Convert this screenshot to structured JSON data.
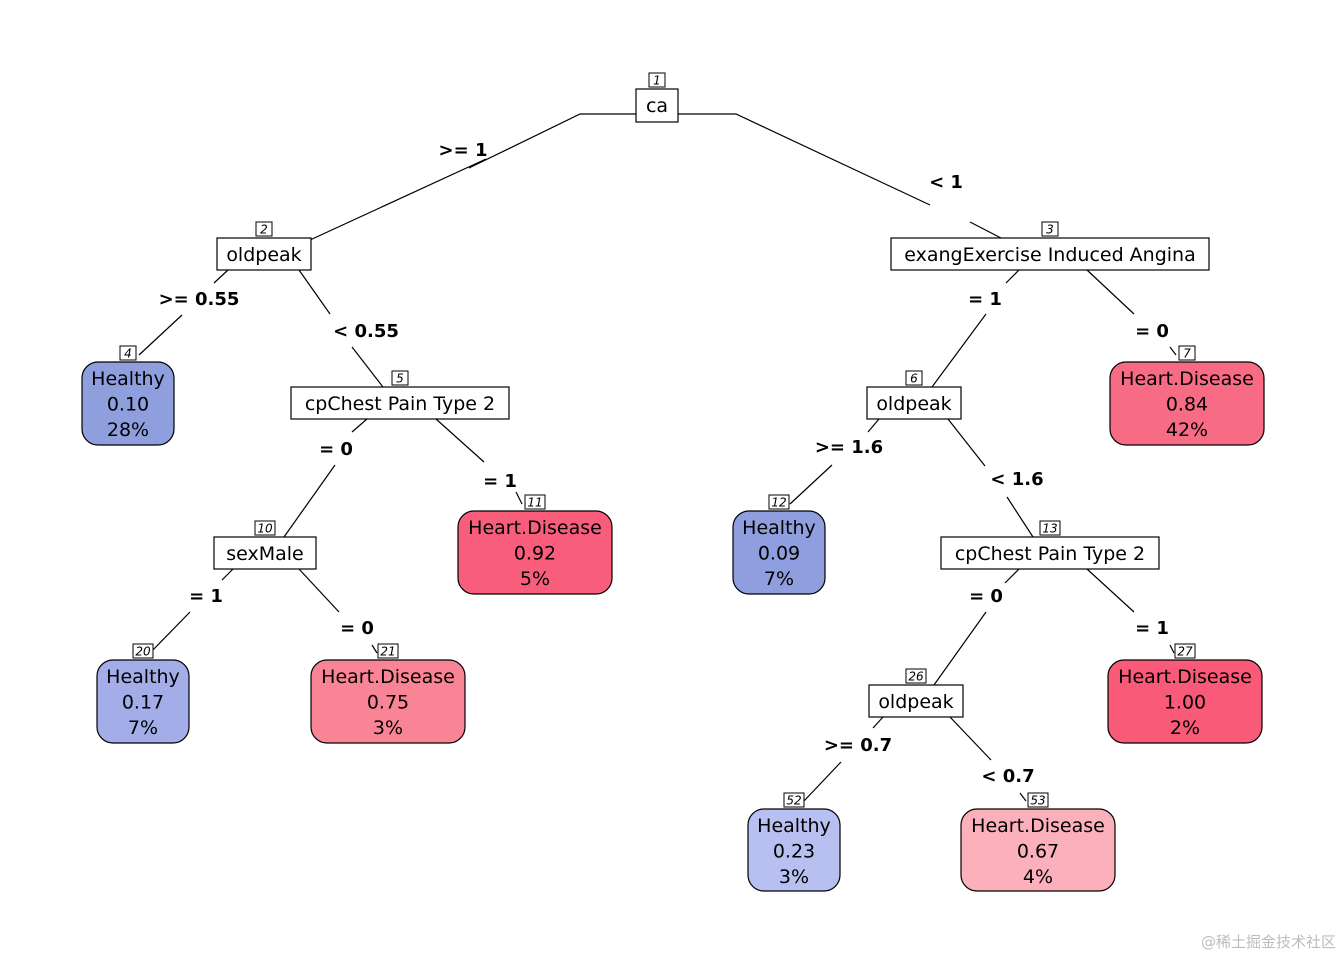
{
  "tree": {
    "nodes": [
      {
        "id": "1",
        "kind": "split",
        "label": "ca"
      },
      {
        "id": "2",
        "kind": "split",
        "label": "oldpeak"
      },
      {
        "id": "3",
        "kind": "split",
        "label": "exangExercise Induced Angina"
      },
      {
        "id": "4",
        "kind": "leaf",
        "class_label": "Healthy",
        "prob": "0.10",
        "pct": "28%",
        "color": "#8f9fde"
      },
      {
        "id": "5",
        "kind": "split",
        "label": "cpChest Pain Type 2"
      },
      {
        "id": "6",
        "kind": "split",
        "label": "oldpeak"
      },
      {
        "id": "7",
        "kind": "leaf",
        "class_label": "Heart.Disease",
        "prob": "0.84",
        "pct": "42%",
        "color": "#f86b85"
      },
      {
        "id": "10",
        "kind": "split",
        "label": "sexMale"
      },
      {
        "id": "11",
        "kind": "leaf",
        "class_label": "Heart.Disease",
        "prob": "0.92",
        "pct": "5%",
        "color": "#f85e7c"
      },
      {
        "id": "12",
        "kind": "leaf",
        "class_label": "Healthy",
        "prob": "0.09",
        "pct": "7%",
        "color": "#8e9ede"
      },
      {
        "id": "13",
        "kind": "split",
        "label": "cpChest Pain Type 2"
      },
      {
        "id": "20",
        "kind": "leaf",
        "class_label": "Healthy",
        "prob": "0.17",
        "pct": "7%",
        "color": "#a3ade7"
      },
      {
        "id": "21",
        "kind": "leaf",
        "class_label": "Heart.Disease",
        "prob": "0.75",
        "pct": "3%",
        "color": "#f98496"
      },
      {
        "id": "26",
        "kind": "split",
        "label": "oldpeak"
      },
      {
        "id": "27",
        "kind": "leaf",
        "class_label": "Heart.Disease",
        "prob": "1.00",
        "pct": "2%",
        "color": "#f85a78"
      },
      {
        "id": "52",
        "kind": "leaf",
        "class_label": "Healthy",
        "prob": "0.23",
        "pct": "3%",
        "color": "#b7c0f0"
      },
      {
        "id": "53",
        "kind": "leaf",
        "class_label": "Heart.Disease",
        "prob": "0.67",
        "pct": "4%",
        "color": "#fbb0bb"
      }
    ],
    "edges": [
      {
        "from": "1",
        "to": "2",
        "label": ">= 1"
      },
      {
        "from": "1",
        "to": "3",
        "label": "< 1"
      },
      {
        "from": "2",
        "to": "4",
        "label": ">= 0.55"
      },
      {
        "from": "2",
        "to": "5",
        "label": "< 0.55"
      },
      {
        "from": "5",
        "to": "10",
        "label": "= 0"
      },
      {
        "from": "5",
        "to": "11",
        "label": "= 1"
      },
      {
        "from": "10",
        "to": "20",
        "label": "= 1"
      },
      {
        "from": "10",
        "to": "21",
        "label": "= 0"
      },
      {
        "from": "3",
        "to": "6",
        "label": "= 1"
      },
      {
        "from": "3",
        "to": "7",
        "label": "= 0"
      },
      {
        "from": "6",
        "to": "12",
        "label": ">= 1.6"
      },
      {
        "from": "6",
        "to": "13",
        "label": "< 1.6"
      },
      {
        "from": "13",
        "to": "26",
        "label": "= 0"
      },
      {
        "from": "13",
        "to": "27",
        "label": "= 1"
      },
      {
        "from": "26",
        "to": "52",
        "label": ">= 0.7"
      },
      {
        "from": "26",
        "to": "53",
        "label": "< 0.7"
      }
    ]
  },
  "watermark": "@稀土掘金技术社区"
}
